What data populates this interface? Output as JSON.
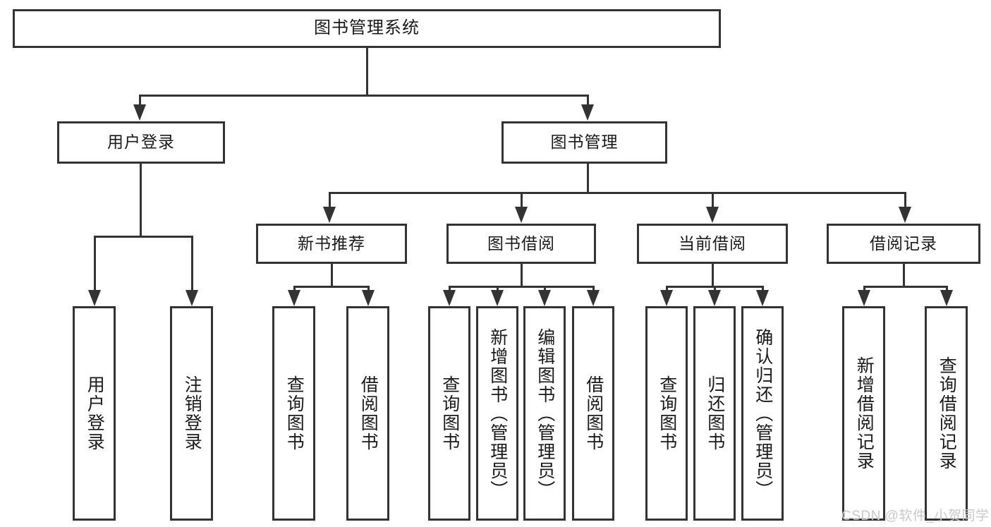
{
  "diagram": {
    "title": "图书管理系统",
    "type": "hierarchy-tree",
    "root": {
      "label": "图书管理系统"
    },
    "level2": [
      {
        "label": "用户登录"
      },
      {
        "label": "图书管理"
      }
    ],
    "level3": [
      {
        "label": "新书推荐"
      },
      {
        "label": "图书借阅"
      },
      {
        "label": "当前借阅"
      },
      {
        "label": "借阅记录"
      }
    ],
    "leaves": {
      "user_login": [
        {
          "label": "用户登录"
        },
        {
          "label": "注销登录"
        }
      ],
      "new_book_recommend": [
        {
          "label": "查询图书"
        },
        {
          "label": "借阅图书"
        }
      ],
      "book_borrow": [
        {
          "label": "查询图书"
        },
        {
          "label": "新增图书（管理员）"
        },
        {
          "label": "编辑图书（管理员）"
        },
        {
          "label": "借阅图书"
        }
      ],
      "current_borrow": [
        {
          "label": "查询图书"
        },
        {
          "label": "归还图书"
        },
        {
          "label": "确认归还（管理员）"
        }
      ],
      "borrow_record": [
        {
          "label": "新增借阅记录"
        },
        {
          "label": "查询借阅记录"
        }
      ]
    }
  },
  "watermark": {
    "text": "CSDN @软件_小贺同学"
  },
  "colors": {
    "stroke": "#333333",
    "fill": "#ffffff",
    "text": "#1a1a1a",
    "watermark": "#c9c9c9"
  }
}
